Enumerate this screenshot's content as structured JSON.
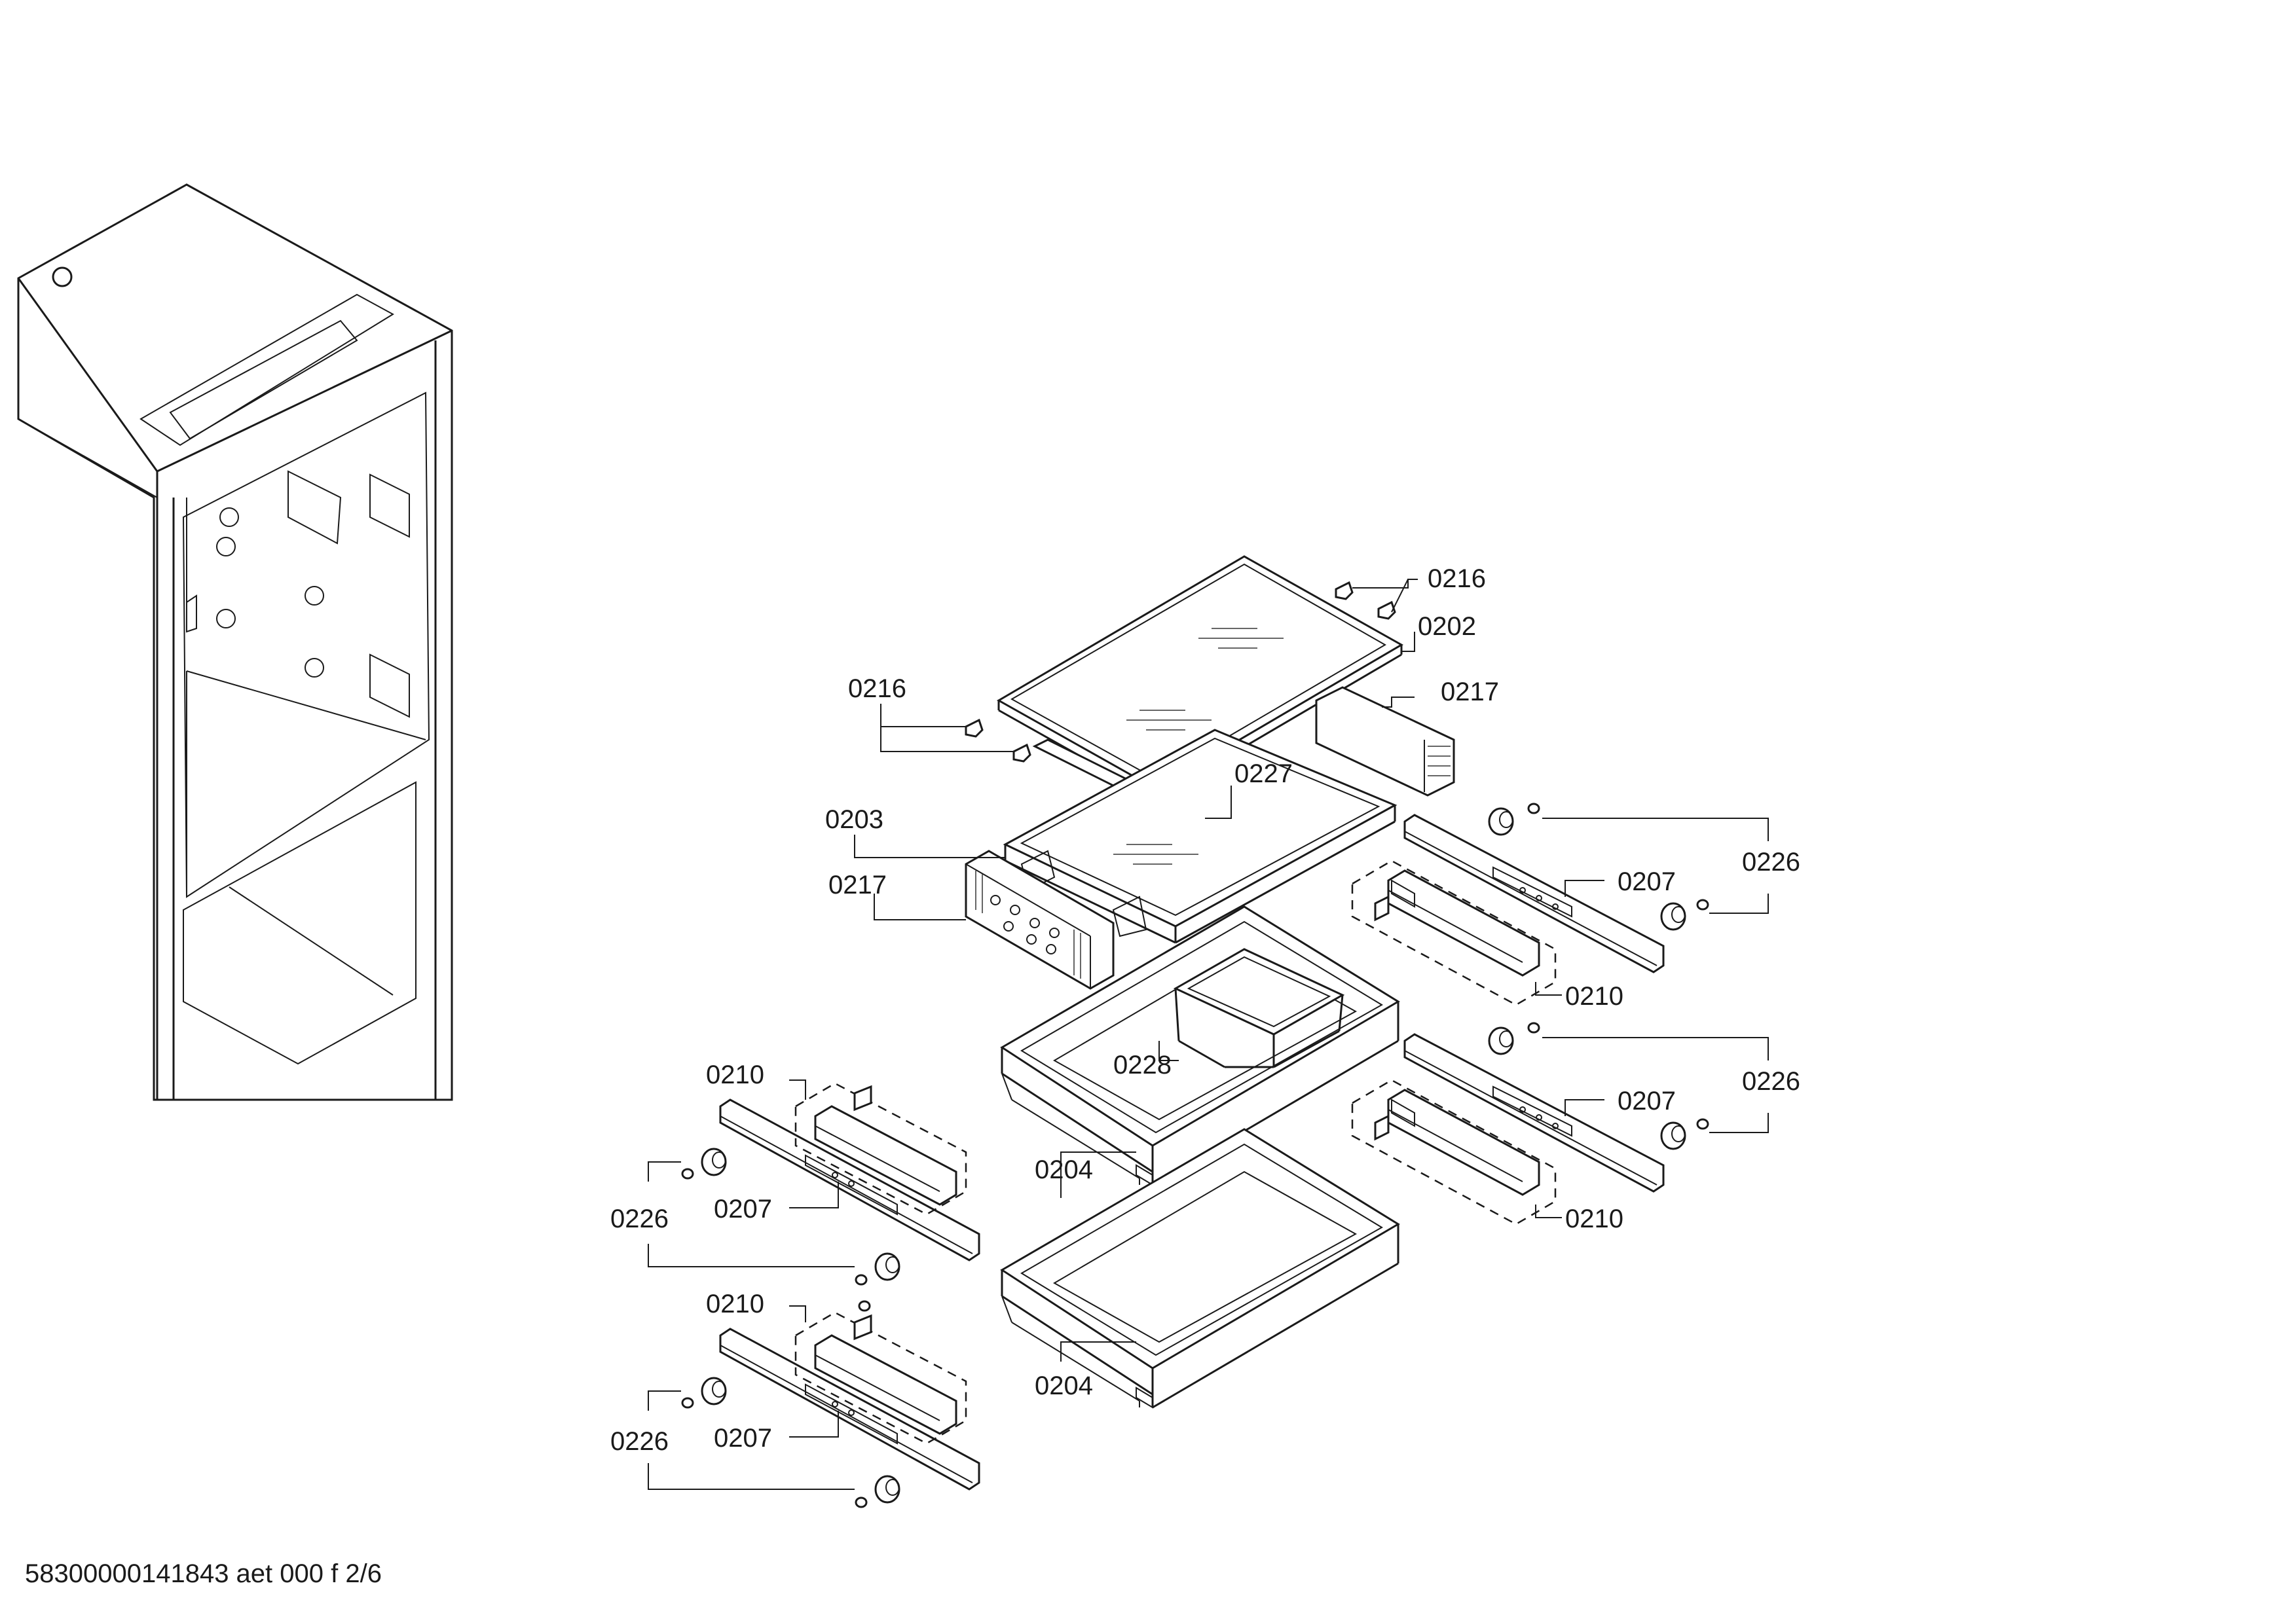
{
  "callouts": {
    "c0216a": "0216",
    "c0202": "0202",
    "c0217a": "0217",
    "c0216b": "0216",
    "c0227": "0227",
    "c0203": "0203",
    "c0217b": "0217",
    "c0226a": "0226",
    "c0207a": "0207",
    "c0210a": "0210",
    "c0228": "0228",
    "c0226b": "0226",
    "c0207b": "0207",
    "c0210b": "0210",
    "c0210c": "0210",
    "c0204a": "0204",
    "c0226c": "0226",
    "c0207c": "0207",
    "c0210d": "0210",
    "c0204b": "0204",
    "c0226d": "0226",
    "c0207d": "0207"
  },
  "footer": {
    "doc_code": "58300000141843 aet 000 f 2/6"
  }
}
